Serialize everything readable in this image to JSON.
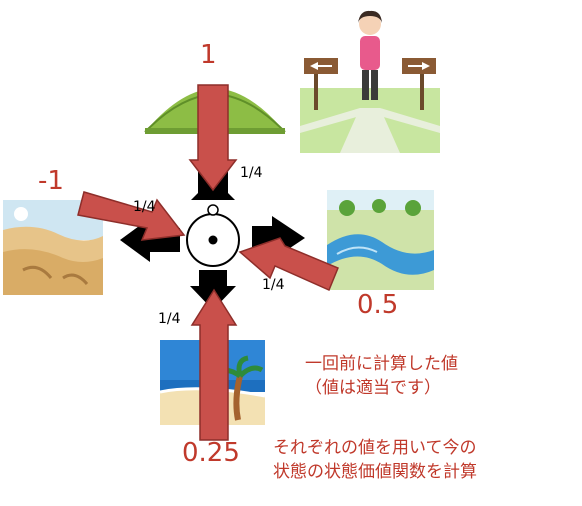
{
  "values": {
    "top": "1",
    "left": "-1",
    "right": "0.5",
    "bottom": "0.25"
  },
  "probabilities": {
    "top": "1/4",
    "left": "1/4",
    "right": "1/4",
    "bottom": "1/4"
  },
  "notes": {
    "previous_line1": "一回前に計算した値",
    "previous_line2": "（値は適当です）",
    "compute_line1": "それぞれの値を用いて今の",
    "compute_line2": "状態の状態価値関数を計算"
  },
  "colors": {
    "red_text": "#c0392b",
    "arrow_fill": "#c9504b",
    "arrow_stroke": "#8e2e2a"
  }
}
